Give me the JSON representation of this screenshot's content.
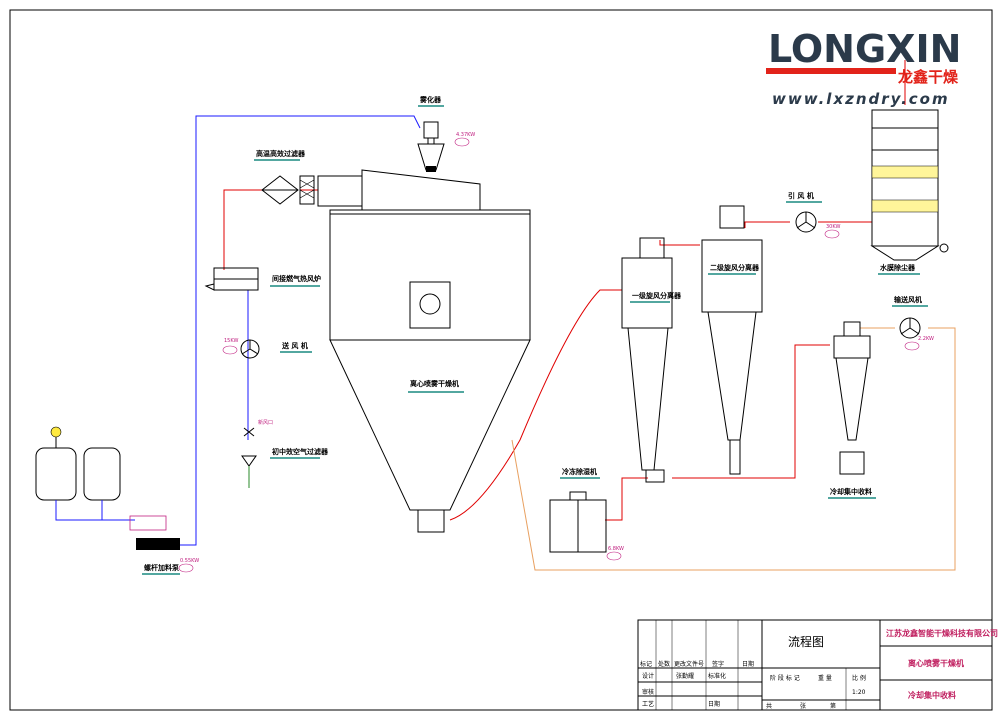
{
  "logo": {
    "brand": "LONGXIN",
    "brand_cn": "龙鑫干燥",
    "url": "www.lxzndry.com",
    "colors": {
      "brand": "#2b3a4a",
      "accent": "#e2231a"
    }
  },
  "labels": {
    "atomizer": "雾化器",
    "hepa": "高温高效过滤器",
    "heater": "间接燃气热风炉",
    "fan_supply": "送 风 机",
    "prefilter": "初中效空气过滤器",
    "dryer": "离心喷雾干燥机",
    "cyclone1": "一级旋风分离器",
    "cyclone2": "二级旋风分离器",
    "induced_fan": "引 风 机",
    "scrubber": "水膜除尘器",
    "conveying_fan": "输送风机",
    "cold_dehum": "冷冻除湿机",
    "cold_collect": "冷却集中收料",
    "screw_pump": "螺杆加料泵",
    "fresh_air": "新风口"
  },
  "power": {
    "atomizer": "4.37KW",
    "fan_supply": "15KW",
    "induced_fan": "30KW",
    "conveying_fan": "2.2KW",
    "dehum": "6.8KW",
    "pump": "0.55KW"
  },
  "title_block": {
    "company": "江苏龙鑫智能干燥科技有限公司",
    "drawing_name": "流程图",
    "product": "离心喷雾干燥机",
    "sub": "冷却集中收料",
    "scale": "1:20",
    "cells": {
      "mark": "标记",
      "qty": "处数",
      "change_doc": "更改文件号",
      "sign": "签字",
      "date": "日期",
      "design": "设计",
      "designer": "张勤耀",
      "standard": "标准化",
      "stage_mark": "阶 段 标 记",
      "weight": "重 量",
      "ratio": "比 例",
      "review": "审核",
      "process": "工艺",
      "date2": "日期",
      "total": "共",
      "sheet": "张",
      "of": "第"
    }
  }
}
